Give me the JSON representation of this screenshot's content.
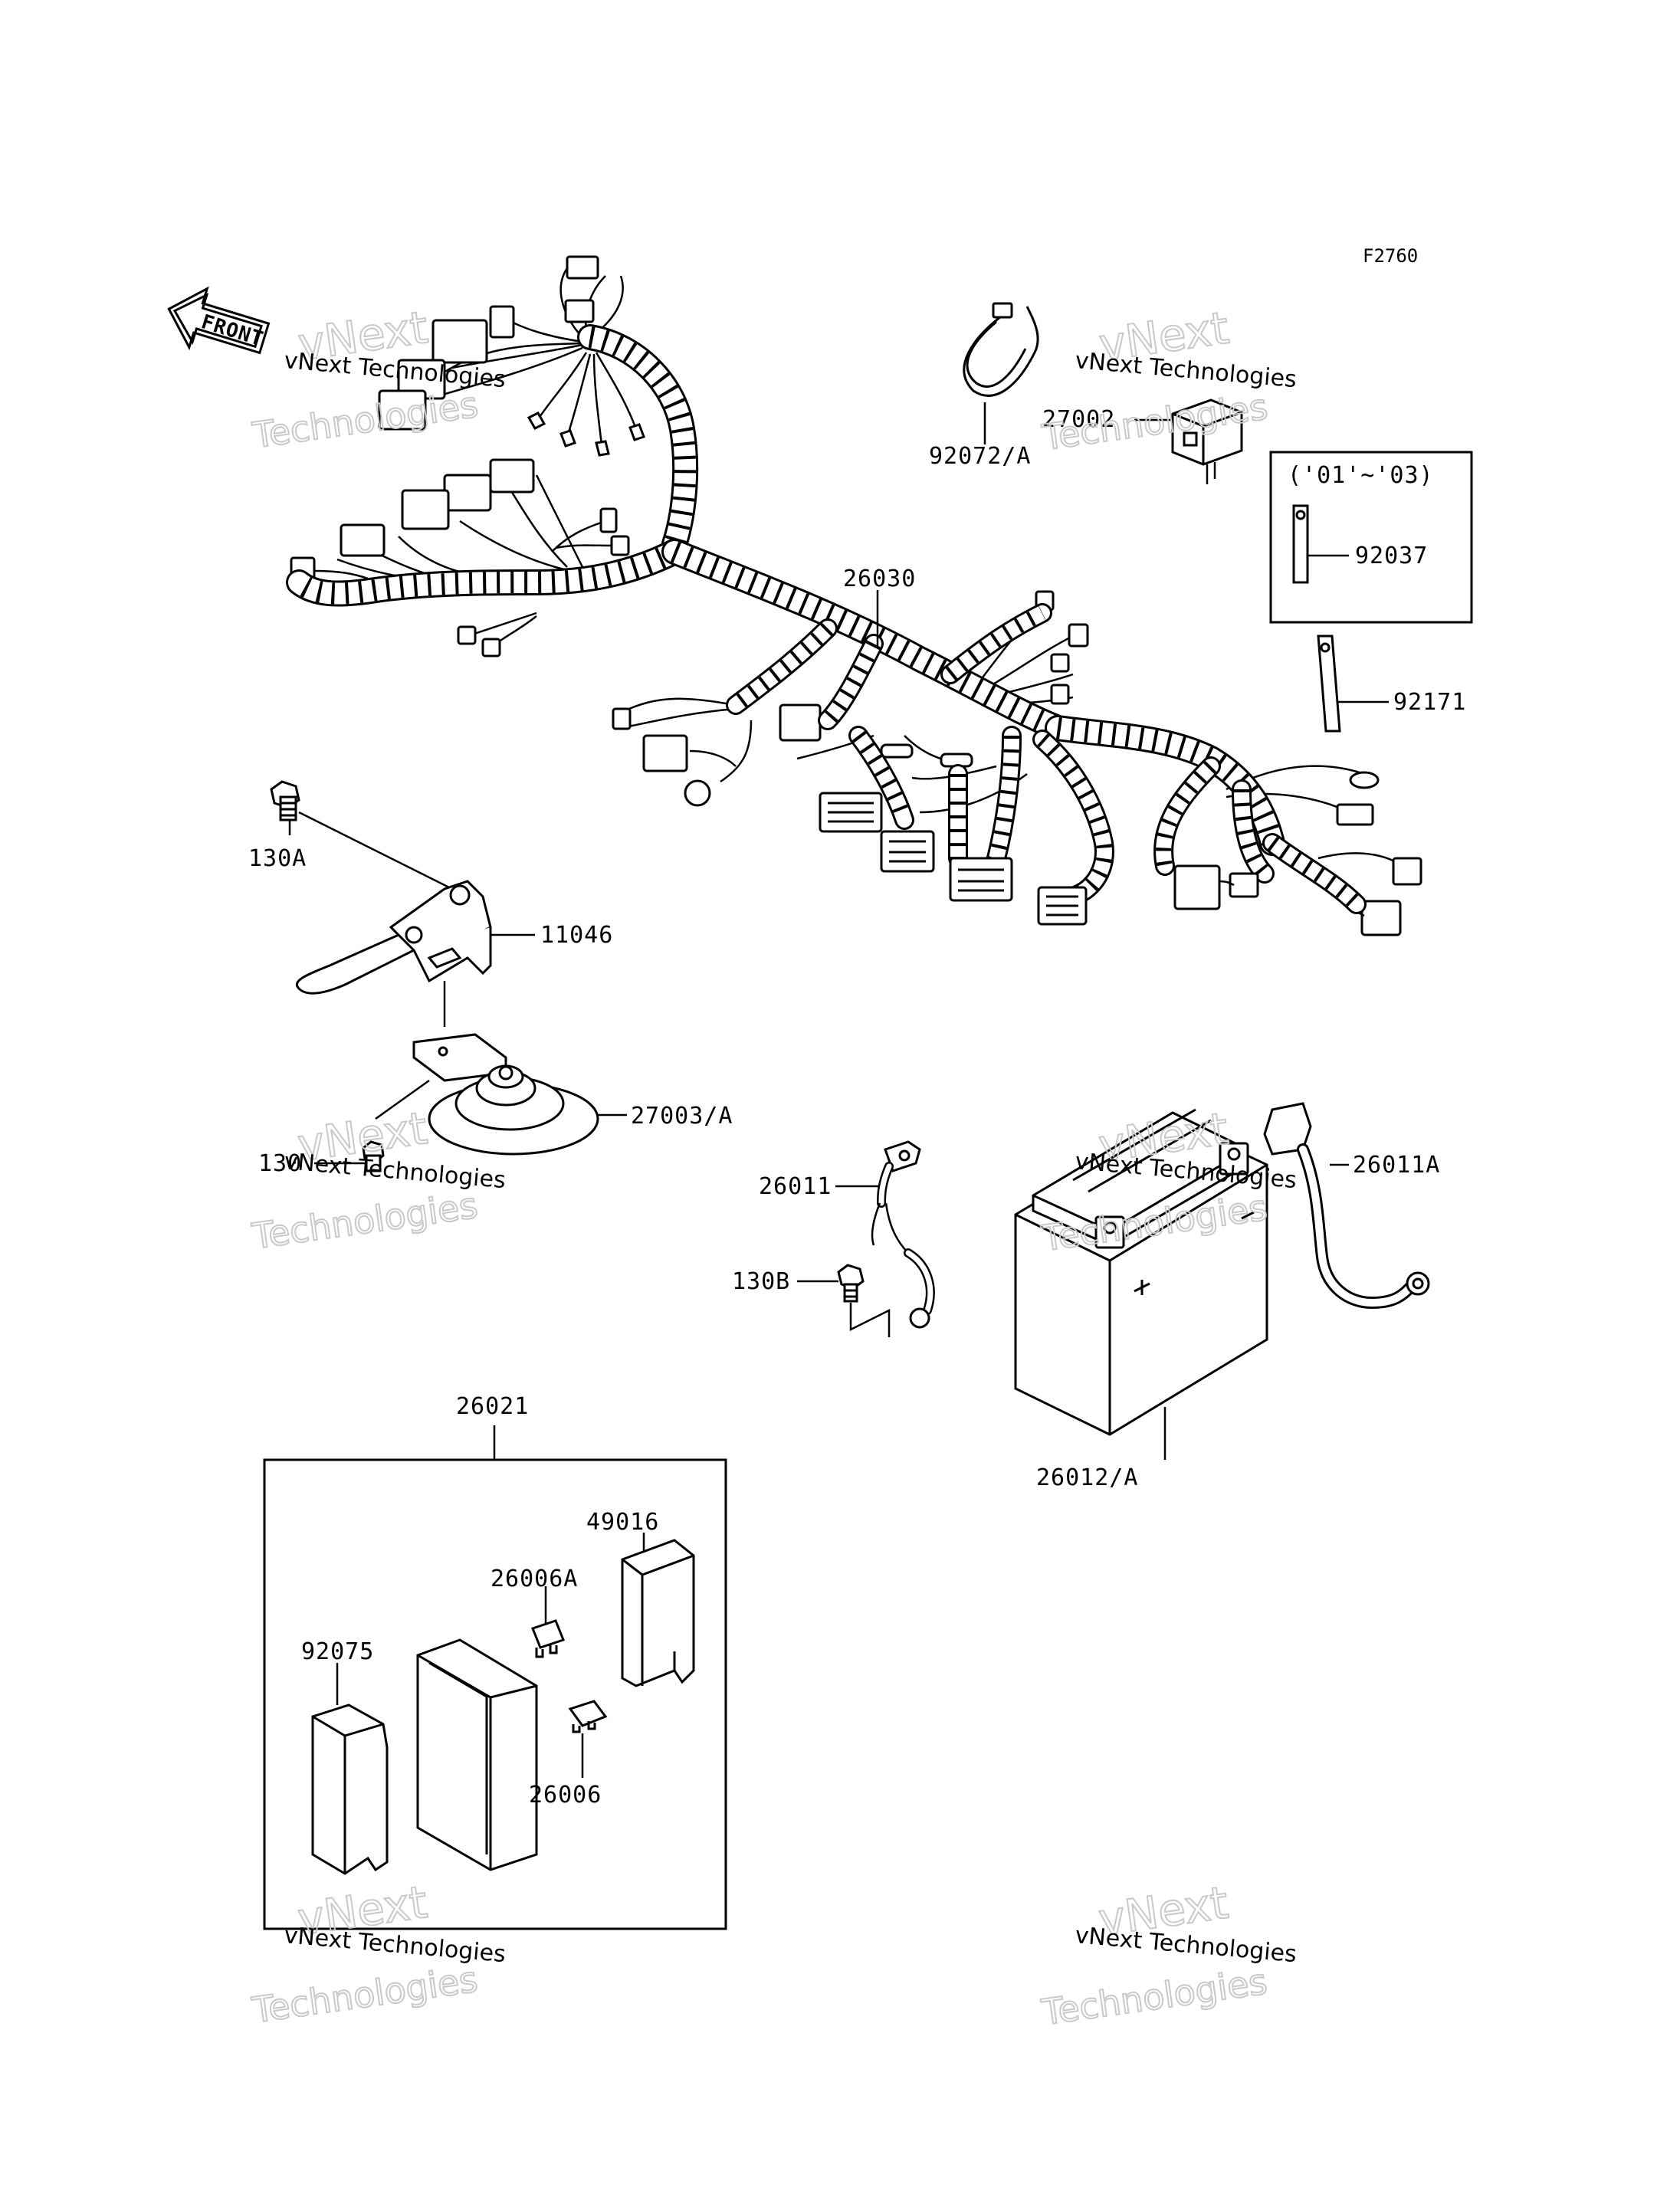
{
  "figure_code": "F2760",
  "front_arrow_label": "FRONT",
  "watermark": {
    "small_text": "vNext Technologies",
    "large_top": "vNext",
    "large_bottom": "Technologies"
  },
  "year_range_note": "('01'~'03)",
  "parts": [
    {
      "id": "92072_a",
      "number": "92072/A"
    },
    {
      "id": "27002",
      "number": "27002"
    },
    {
      "id": "92037",
      "number": "92037"
    },
    {
      "id": "26030",
      "number": "26030"
    },
    {
      "id": "92171",
      "number": "92171"
    },
    {
      "id": "130a",
      "number": "130A"
    },
    {
      "id": "11046",
      "number": "11046"
    },
    {
      "id": "27003_a",
      "number": "27003/A"
    },
    {
      "id": "130",
      "number": "130"
    },
    {
      "id": "26011",
      "number": "26011"
    },
    {
      "id": "130b",
      "number": "130B"
    },
    {
      "id": "26011a",
      "number": "26011A"
    },
    {
      "id": "26012_a",
      "number": "26012/A"
    },
    {
      "id": "26021",
      "number": "26021"
    },
    {
      "id": "49016",
      "number": "49016"
    },
    {
      "id": "26006a",
      "number": "26006A"
    },
    {
      "id": "92075",
      "number": "92075"
    },
    {
      "id": "26006",
      "number": "26006"
    }
  ]
}
